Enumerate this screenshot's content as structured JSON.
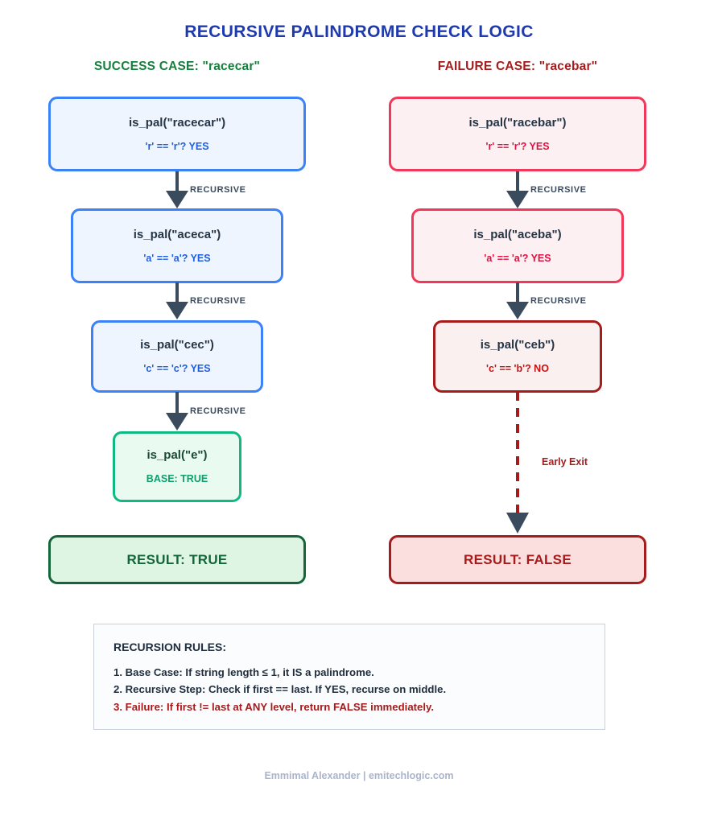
{
  "title": "RECURSIVE PALINDROME CHECK LOGIC",
  "columns": {
    "success": {
      "heading": "SUCCESS CASE: \"racecar\"",
      "nodes": [
        {
          "fn": "is_pal(\"racecar\")",
          "cmp": "'r' == 'r'? YES"
        },
        {
          "fn": "is_pal(\"aceca\")",
          "cmp": "'a' == 'a'? YES"
        },
        {
          "fn": "is_pal(\"cec\")",
          "cmp": "'c' == 'c'? YES"
        },
        {
          "fn": "is_pal(\"e\")",
          "cmp": "BASE: TRUE"
        }
      ],
      "edges": [
        "RECURSIVE",
        "RECURSIVE",
        "RECURSIVE"
      ],
      "result": "RESULT: TRUE"
    },
    "failure": {
      "heading": "FAILURE CASE: \"racebar\"",
      "nodes": [
        {
          "fn": "is_pal(\"racebar\")",
          "cmp": "'r' == 'r'? YES"
        },
        {
          "fn": "is_pal(\"aceba\")",
          "cmp": "'a' == 'a'? YES"
        },
        {
          "fn": "is_pal(\"ceb\")",
          "cmp": "'c' == 'b'? NO"
        }
      ],
      "edges": [
        "RECURSIVE",
        "RECURSIVE"
      ],
      "exit_label": "Early Exit",
      "result": "RESULT: FALSE"
    }
  },
  "rules": {
    "heading": "RECURSION RULES:",
    "items": [
      "1. Base Case: If string length ≤ 1, it IS a palindrome.",
      "2. Recursive Step: Check if first == last. If YES, recurse on middle.",
      "3. Failure: If first != last at ANY level, return FALSE immediately."
    ]
  },
  "footer": "Emmimal Alexander | emitechlogic.com",
  "colors": {
    "title": "#1f3aad",
    "success": "#15803d",
    "failure": "#a61b1b",
    "blue_border": "#3b82f6",
    "pink_border": "#f2385a",
    "darkred_border": "#a61b1b",
    "green_border": "#10b981",
    "arrow": "#3b4b5e"
  }
}
